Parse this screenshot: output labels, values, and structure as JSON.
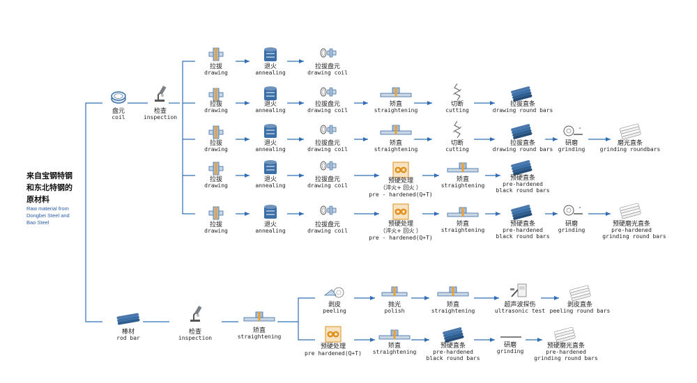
{
  "source": {
    "cn_lines": [
      "来自宝钢特钢",
      "和东北特钢的",
      "原材料"
    ],
    "en_lines": [
      "Raw material from",
      "Dongbei Steel and",
      "Bao Steel"
    ]
  },
  "colors": {
    "line": "#2f6db5",
    "icon_blue": "#3a6fa8",
    "icon_light": "#c9d6e4",
    "accent_orange": "#f0a030",
    "icon_gray": "#8a8f96"
  },
  "steps": {
    "coil": {
      "cn": "盘元",
      "en": "coil",
      "icon": "coil-icon"
    },
    "inspection": {
      "cn": "检查",
      "en": "inspection",
      "icon": "microscope-icon"
    },
    "drawing": {
      "cn": "拉拔",
      "en": "drawing",
      "icon": "drawing-die-icon"
    },
    "annealing": {
      "cn": "退火",
      "en": "annealing",
      "icon": "furnace-icon"
    },
    "drawing_coil": {
      "cn": "拉拔盘元",
      "en": "drawing coil",
      "icon": "drawn-coil-icon"
    },
    "straightening": {
      "cn": "矫直",
      "en": "straightening",
      "icon": "straightener-icon"
    },
    "cutting": {
      "cn": "切断",
      "en": "cutting",
      "icon": "cutter-icon"
    },
    "drawing_round_bars": {
      "cn": "拉拔直条",
      "en": "drawing round bars",
      "icon": "bar-bundle-icon"
    },
    "grinding": {
      "cn": "研磨",
      "en": "grinding",
      "icon": "grinder-icon"
    },
    "grinding_round_bars": {
      "cn": "磨光直条",
      "en": "grinding roundbars",
      "icon": "bright-bar-bundle-icon"
    },
    "prehardened": {
      "cn": "预硬处理",
      "sub": "（淬火+ 回火 ）",
      "en": "pre - hardened(Q+T)",
      "icon": "heat-treatment-icon"
    },
    "prehardened_black": {
      "cn": "预硬直条",
      "en1": "pre-hardened",
      "en2": "black round bars",
      "icon": "bar-bundle-icon"
    },
    "prehardened_grinding_5": {
      "cn": "预硬磨光直条",
      "en1": "pre-hardened",
      "en2": "grinding round bars",
      "icon": "bright-bar-bundle-icon"
    },
    "rod_bar": {
      "cn": "棒材",
      "en": "rod bar",
      "icon": "rod-bundle-icon"
    },
    "peeling": {
      "cn": "剥皮",
      "en": "peeling",
      "icon": "peeling-icon"
    },
    "polish": {
      "cn": "抛光",
      "en": "polish",
      "icon": "polisher-icon"
    },
    "ultrasonic": {
      "cn": "超声波探伤",
      "en": "ultrasonic test",
      "icon": "ultrasonic-icon"
    },
    "peeling_round_bars": {
      "cn": "剥皮直条",
      "en": "peeling round bars",
      "icon": "bright-bar-bundle-icon"
    },
    "prehardened_rod": {
      "cn": "预硬处理",
      "en": "pre hardened(Q+T)",
      "icon": "heat-treatment-icon"
    },
    "prehardened_grinding_rod": {
      "cn": "预硬磨光直条",
      "en1": "pre-hardened",
      "en2": "grinding round bars",
      "icon": "bright-bar-bundle-icon"
    }
  }
}
